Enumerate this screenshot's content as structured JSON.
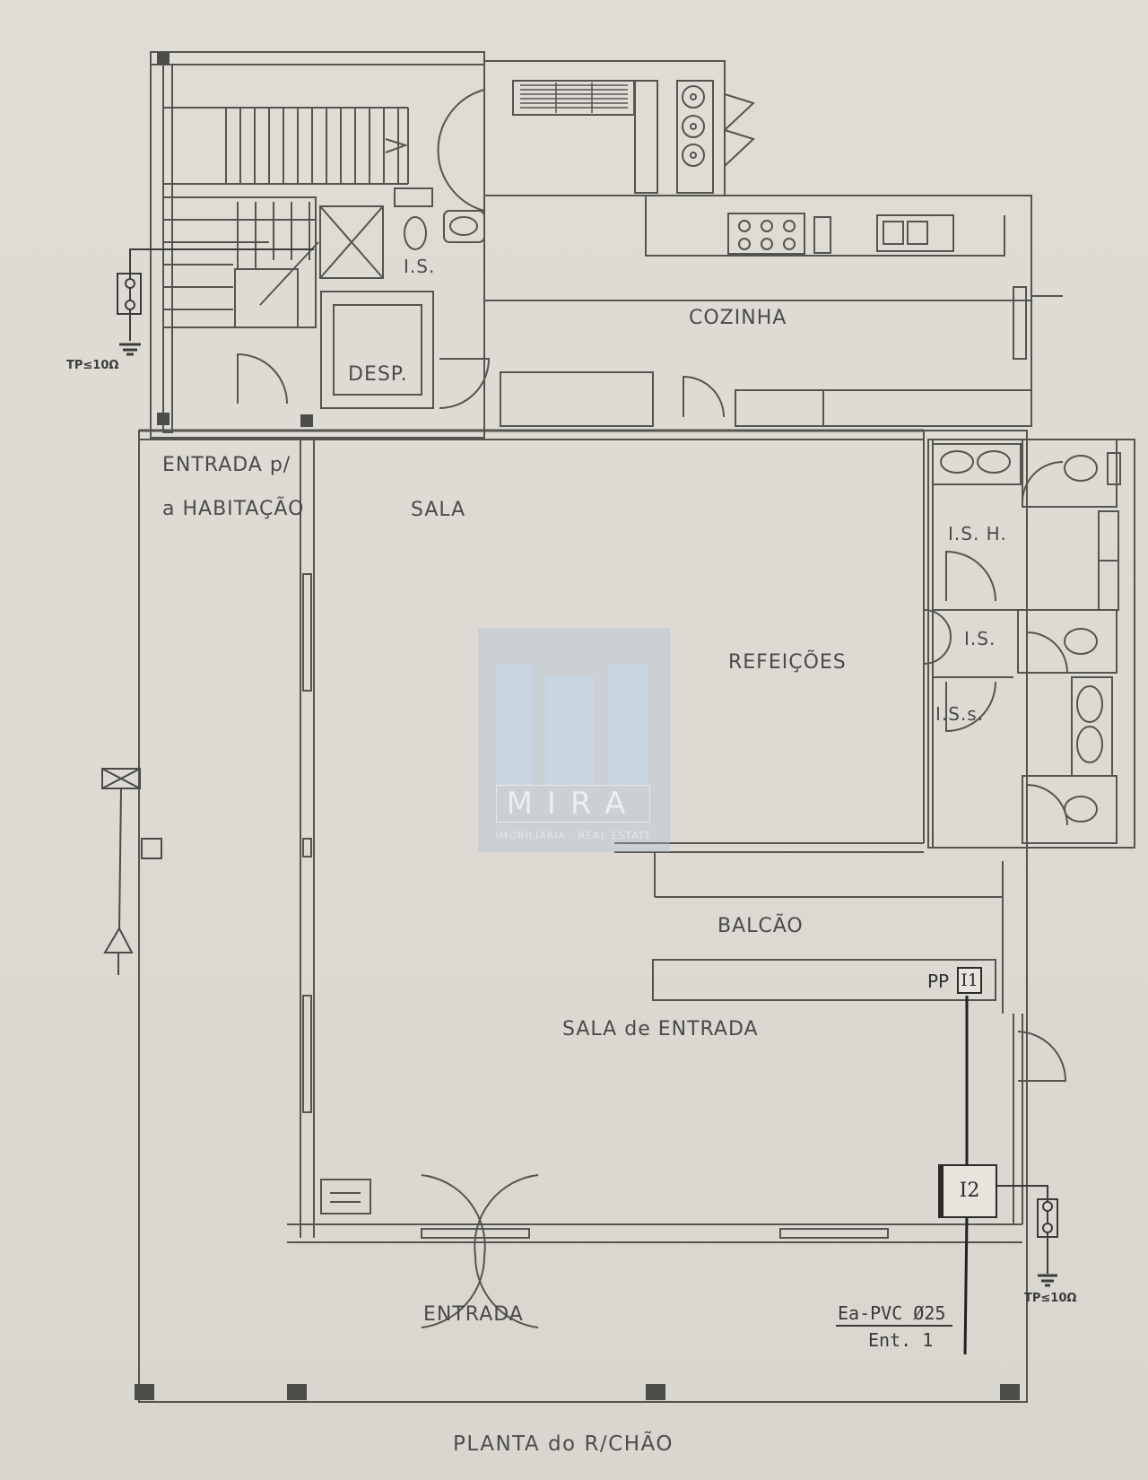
{
  "drawing": {
    "title": "PLANTA do R/CHÃO",
    "rooms": {
      "cozinha": "COZINHA",
      "desp": "DESP.",
      "is_top": "I.S.",
      "entrada_hab_line1": "ENTRADA p/",
      "entrada_hab_line2": "a HABITAÇÃO",
      "sala": "SALA",
      "refeicoes": "REFEIÇÕES",
      "is_h": "I.S. H.",
      "is_mid": "I.S.",
      "is_s": "I.S.s.",
      "balcao": "BALCÃO",
      "sala_entrada": "SALA de ENTRADA",
      "entrada": "ENTRADA"
    },
    "electrical": {
      "pp_label": "PP",
      "i1_label": "I1",
      "i2_label": "I2",
      "earth_left": "TP≤10Ω",
      "earth_right": "TP≤10Ω",
      "supply_line1": "Ea-PVC Ø25",
      "supply_line2": "Ent. 1"
    }
  },
  "watermark": {
    "brand": "MIRA",
    "subtitle": "IMOBILIÁRIA · REAL ESTATE",
    "color": "#aabed7"
  },
  "colors": {
    "paper": "#dcdad3",
    "line": "#4e4e4c",
    "line_dark": "#2a2a28"
  }
}
